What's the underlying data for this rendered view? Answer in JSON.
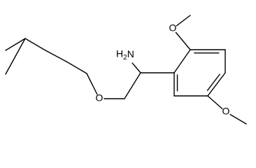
{
  "molecule": {
    "atom_labels": {
      "amine": "H2N",
      "ether_oxygen": "O",
      "methoxy_top_oxygen": "O",
      "methoxy_bottom_oxygen": "O"
    },
    "colors": {
      "bond": "#000000",
      "label": "#000000",
      "background": "#ffffff"
    }
  }
}
